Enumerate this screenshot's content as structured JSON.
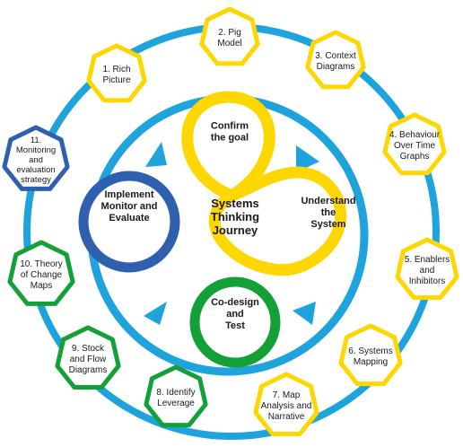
{
  "center_title": [
    "Systems",
    "Thinking",
    "Journey"
  ],
  "core": [
    {
      "id": "confirm",
      "lines": [
        "Confirm",
        "the goal"
      ]
    },
    {
      "id": "understand",
      "lines": [
        "Understand",
        "the",
        "System"
      ]
    },
    {
      "id": "codesign",
      "lines": [
        "Co-design",
        "and",
        "Test"
      ]
    },
    {
      "id": "implement",
      "lines": [
        "Implement",
        "Monitor and",
        "Evaluate"
      ]
    }
  ],
  "tools": [
    {
      "lines": [
        "1. Rich",
        "Picture"
      ],
      "color": "yellow"
    },
    {
      "lines": [
        "2. Pig",
        "Model"
      ],
      "color": "yellow"
    },
    {
      "lines": [
        "3. Context",
        "Diagrams"
      ],
      "color": "yellow"
    },
    {
      "lines": [
        "4. Behaviour",
        "Over Time",
        "Graphs"
      ],
      "color": "yellow"
    },
    {
      "lines": [
        "5. Enablers",
        "and",
        "Inhibitors"
      ],
      "color": "yellow"
    },
    {
      "lines": [
        "6. Systems",
        "Mapping"
      ],
      "color": "yellow"
    },
    {
      "lines": [
        "7. Map",
        "Analysis and",
        "Narrative"
      ],
      "color": "yellow"
    },
    {
      "lines": [
        "8. Identify",
        "Leverage"
      ],
      "color": "green"
    },
    {
      "lines": [
        "9. Stock",
        "and Flow",
        "Diagrams"
      ],
      "color": "green"
    },
    {
      "lines": [
        "10. Theory",
        "of Change",
        "Maps"
      ],
      "color": "green"
    },
    {
      "lines": [
        "11.",
        "Monitoring",
        "and",
        "evaluation",
        "strategy"
      ],
      "color": "blue"
    }
  ],
  "colors": {
    "ring": "#1EA3DC",
    "yellow": "#FFD700",
    "green": "#12A037",
    "blue": "#2F5FAF",
    "text": "#1a1a1a"
  }
}
